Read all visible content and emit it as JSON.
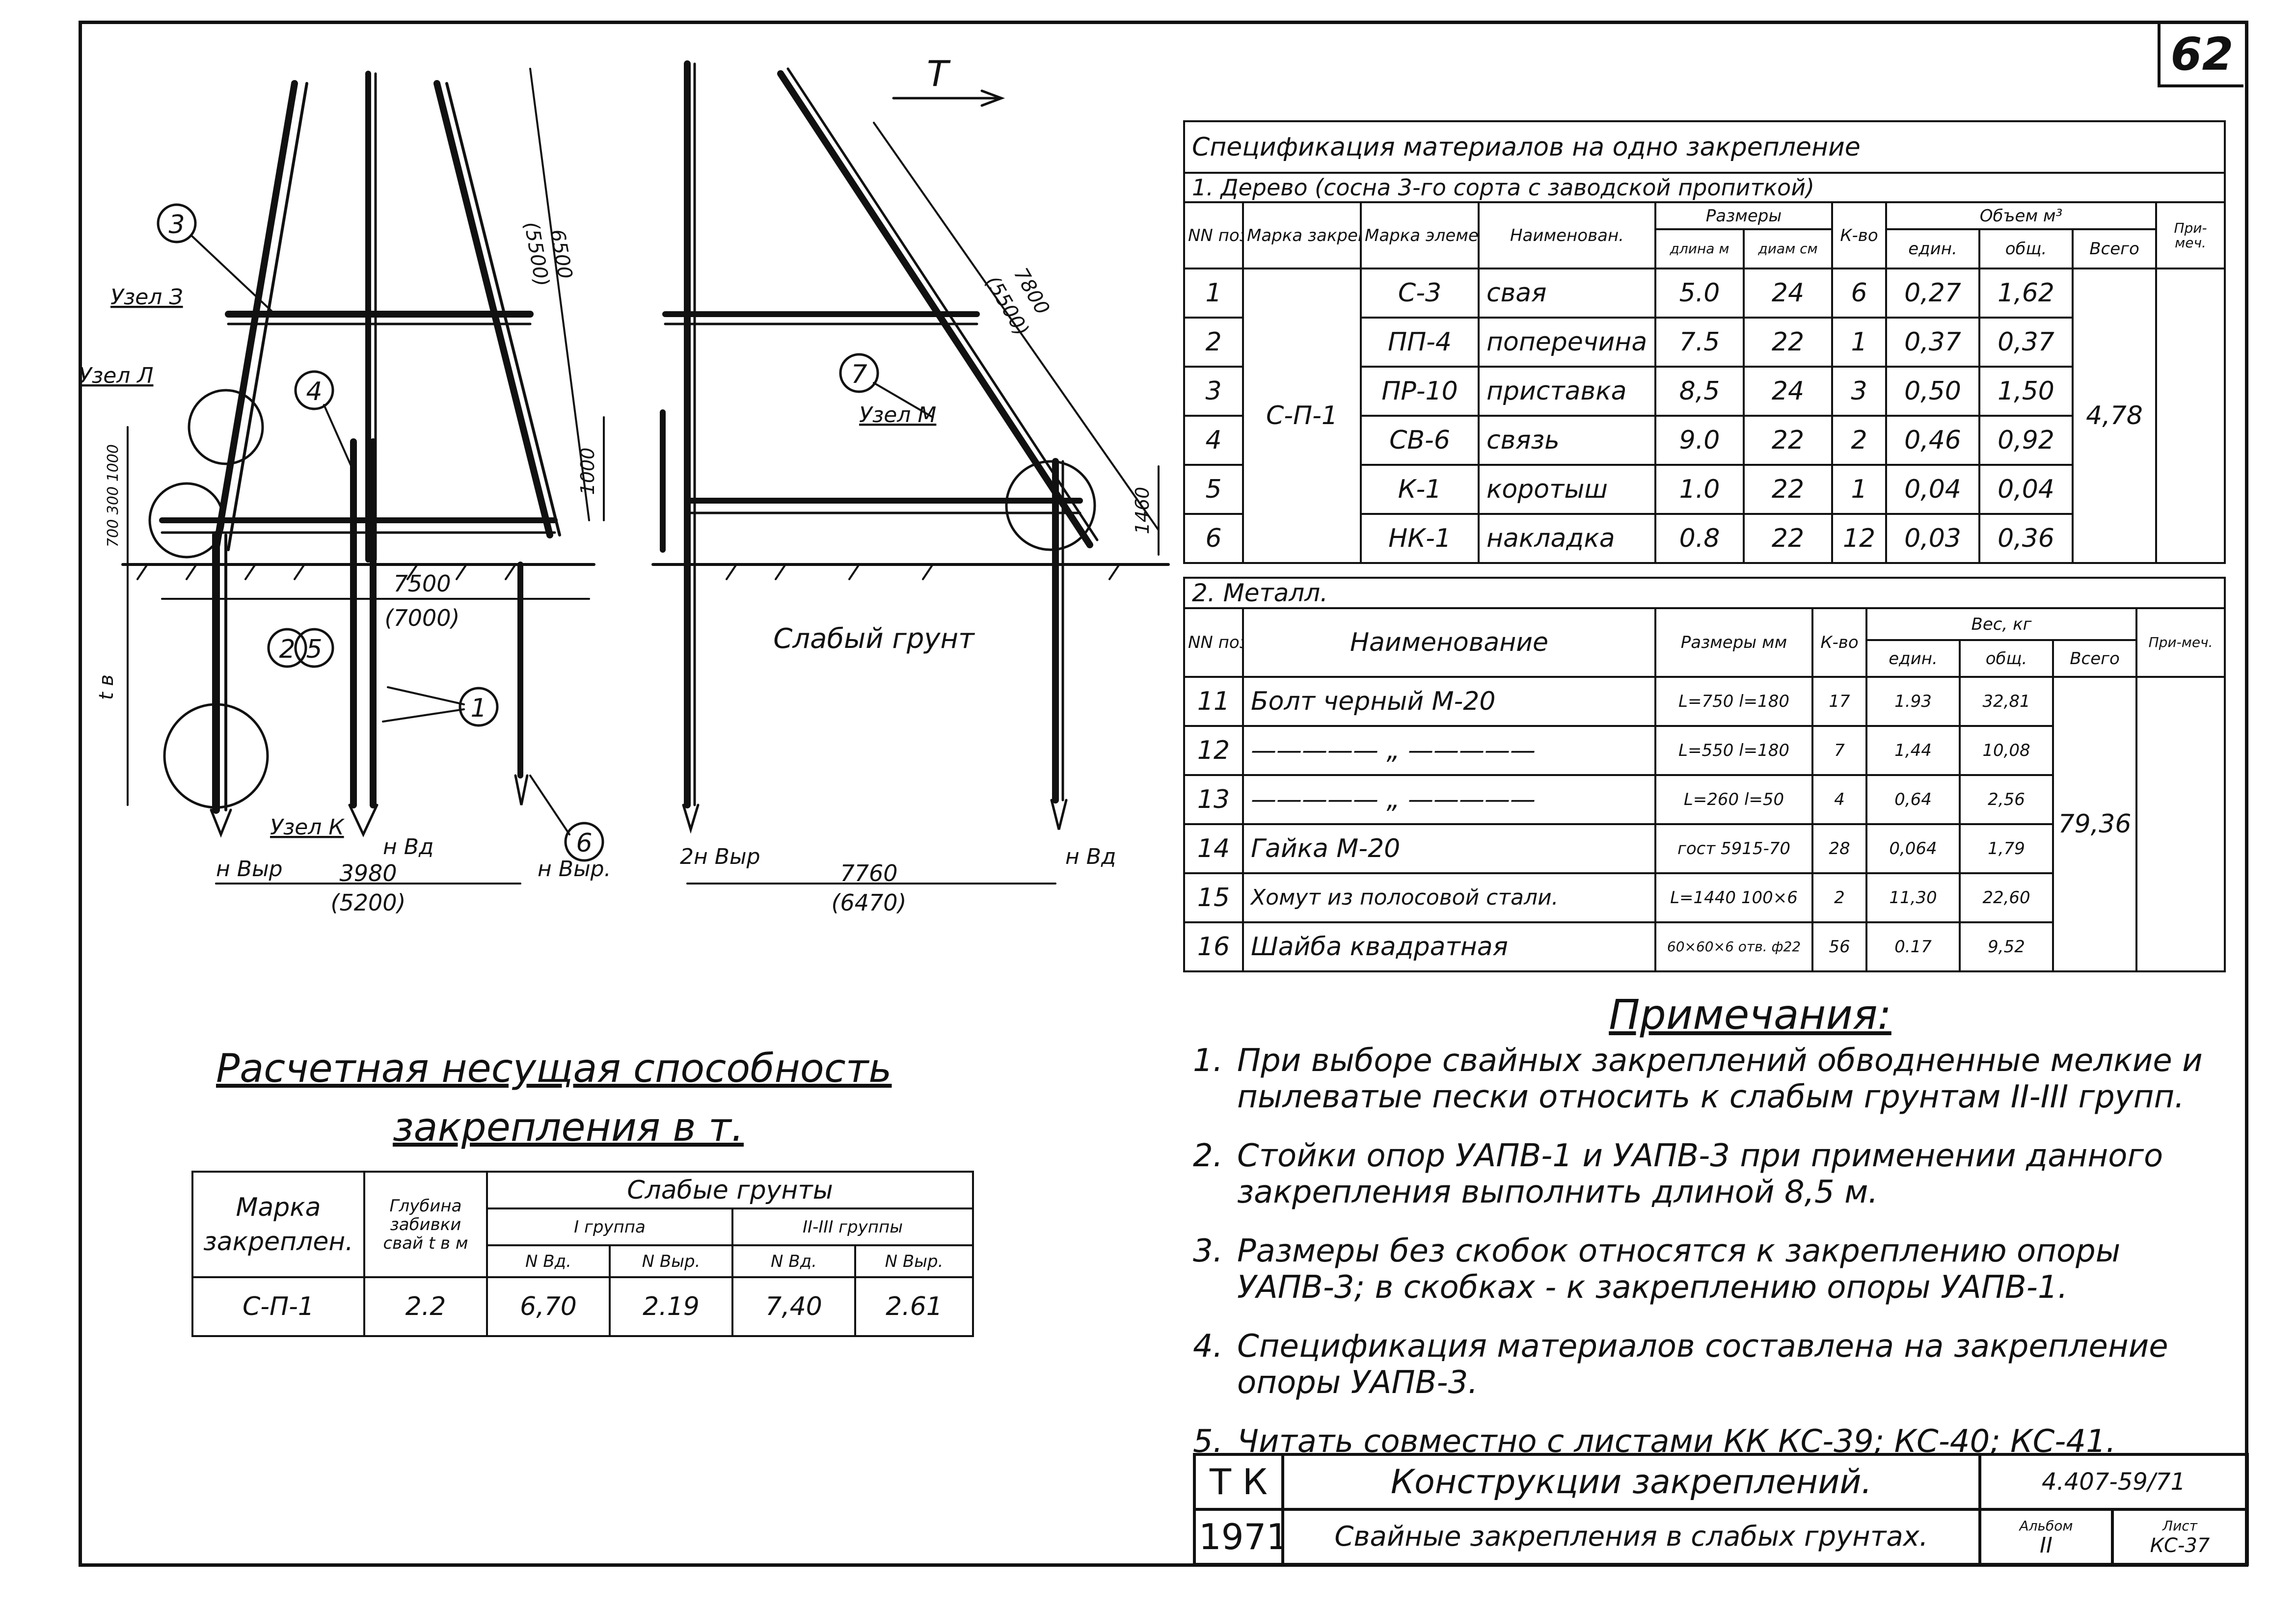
{
  "sheet": {
    "number": "62"
  },
  "drawing": {
    "callouts": [
      "1",
      "2",
      "3",
      "4",
      "5",
      "6",
      "7"
    ],
    "node_labels": {
      "z": "Узел З",
      "l": "Узел Л",
      "m": "Узел М",
      "k": "Узел К"
    },
    "direction_label": "Т",
    "soil_label": "Слабый грунт",
    "dim_left_span": "7500",
    "dim_left_span_alt": "(7000)",
    "dim_left_bottom": "3980",
    "dim_left_bottom_alt": "(5200)",
    "dim_right_bottom": "7760",
    "dim_right_bottom_alt": "(6470)",
    "dim_post_height": "6500",
    "dim_post_height_alt": "(5500)",
    "dim_brace": "7800",
    "dim_brace_alt": "(5500)",
    "dim_left_vertical": "1000",
    "dim_node_vertical": "1460",
    "dim_left_stack": "700 300 1000",
    "depth_symbol": "t в",
    "pile_labels": {
      "vd_left": "н Вд",
      "vyr_left": "н Выр",
      "vyr_mid": "н Выр.",
      "vyr_right": "2н Выр",
      "vd_right": "н Вд"
    }
  },
  "spec": {
    "title": "Спецификация материалов на одно закрепление",
    "wood_section": "1. Дерево (сосна 3-го сорта с заводской пропиткой)",
    "wood_headers": {
      "pos": "NN поз",
      "mark": "Марка закрепл.",
      "elem": "Марка элемен.",
      "name": "Наименован.",
      "sizes": "Размеры",
      "len": "длина м",
      "diam": "диам см",
      "qty": "К-во",
      "volume": "Объем м³",
      "unit": "един.",
      "total_v": "общ.",
      "all": "Всего",
      "note": "При-меч."
    },
    "wood_mark": "С-П-1",
    "wood_total": "4,78",
    "wood_rows": [
      {
        "pos": "1",
        "elem": "С-3",
        "name": "свая",
        "len": "5.0",
        "diam": "24",
        "qty": "6",
        "unit": "0,27",
        "total": "1,62"
      },
      {
        "pos": "2",
        "elem": "ПП-4",
        "name": "поперечина",
        "len": "7.5",
        "diam": "22",
        "qty": "1",
        "unit": "0,37",
        "total": "0,37"
      },
      {
        "pos": "3",
        "elem": "ПР-10",
        "name": "приставка",
        "len": "8,5",
        "diam": "24",
        "qty": "3",
        "unit": "0,50",
        "total": "1,50"
      },
      {
        "pos": "4",
        "elem": "СВ-6",
        "name": "связь",
        "len": "9.0",
        "diam": "22",
        "qty": "2",
        "unit": "0,46",
        "total": "0,92"
      },
      {
        "pos": "5",
        "elem": "К-1",
        "name": "коротыш",
        "len": "1.0",
        "diam": "22",
        "qty": "1",
        "unit": "0,04",
        "total": "0,04"
      },
      {
        "pos": "6",
        "elem": "НК-1",
        "name": "накладка",
        "len": "0.8",
        "diam": "22",
        "qty": "12",
        "unit": "0,03",
        "total": "0,36"
      }
    ],
    "metal_section": "2. Металл.",
    "metal_headers": {
      "pos": "NN поз.",
      "name": "Наименование",
      "sizes": "Размеры мм",
      "qty": "К-во",
      "weight": "Вес, кг",
      "unit": "един.",
      "total_w": "общ.",
      "all": "Всего",
      "note": "При-меч."
    },
    "metal_total": "79,36",
    "metal_rows": [
      {
        "pos": "11",
        "name": "Болт черный  М-20",
        "sizes": "L=750  l=180",
        "qty": "17",
        "unit": "1.93",
        "total": "32,81"
      },
      {
        "pos": "12",
        "name": "————— „ —————",
        "sizes": "L=550  l=180",
        "qty": "7",
        "unit": "1,44",
        "total": "10,08"
      },
      {
        "pos": "13",
        "name": "————— „ —————",
        "sizes": "L=260  l=50",
        "qty": "4",
        "unit": "0,64",
        "total": "2,56"
      },
      {
        "pos": "14",
        "name": "Гайка  М-20",
        "sizes": "гост 5915-70",
        "qty": "28",
        "unit": "0,064",
        "total": "1,79"
      },
      {
        "pos": "15",
        "name": "Хомут из полосовой стали.",
        "sizes": "L=1440  100×6",
        "qty": "2",
        "unit": "11,30",
        "total": "22,60"
      },
      {
        "pos": "16",
        "name": "Шайба  квадратная",
        "sizes": "60×60×6 отв. ф22",
        "qty": "56",
        "unit": "0.17",
        "total": "9,52"
      }
    ]
  },
  "notes": {
    "title": "Примечания:",
    "items": [
      {
        "k": "1.",
        "t": "При выборе свайных закреплений обводненные мелкие и пылеватые пески относить к слабым грунтам II-III групп."
      },
      {
        "k": "2.",
        "t": "Стойки опор УАПВ-1 и УАПВ-3 при применении данного закрепления выполнить длиной 8,5 м."
      },
      {
        "k": "3.",
        "t": "Размеры без скобок относятся к закреплению опоры УАПВ-3; в скобках - к закреплению опоры УАПВ-1."
      },
      {
        "k": "4.",
        "t": "Спецификация материалов составлена на закрепление опоры УАПВ-3."
      },
      {
        "k": "5.",
        "t": "Читать совместно с листами КК КС-39; КС-40; КС-41."
      }
    ]
  },
  "capacity": {
    "title1": "Расчетная несущая способность",
    "title2": "закрепления в т.",
    "headers": {
      "mark": "Марка закреплен.",
      "depth": "Глубина забивки свай t в м",
      "weak": "Слабые грунты",
      "g1": "I группа",
      "g23": "II-III группы",
      "vd": "N Вд.",
      "vyr": "N Выр."
    },
    "row": {
      "mark": "С-П-1",
      "depth": "2.2",
      "g1_vd": "6,70",
      "g1_vyr": "2.19",
      "g23_vd": "7,40",
      "g23_vyr": "2.61"
    }
  },
  "stamp": {
    "org": "Т К",
    "year": "1971",
    "title": "Конструкции закреплений.",
    "subtitle": "Свайные закрепления в слабых грунтах.",
    "code": "4.407-59/71",
    "album_label": "Альбом",
    "album": "II",
    "sheet_label": "Лист",
    "sheet": "КС-37"
  }
}
